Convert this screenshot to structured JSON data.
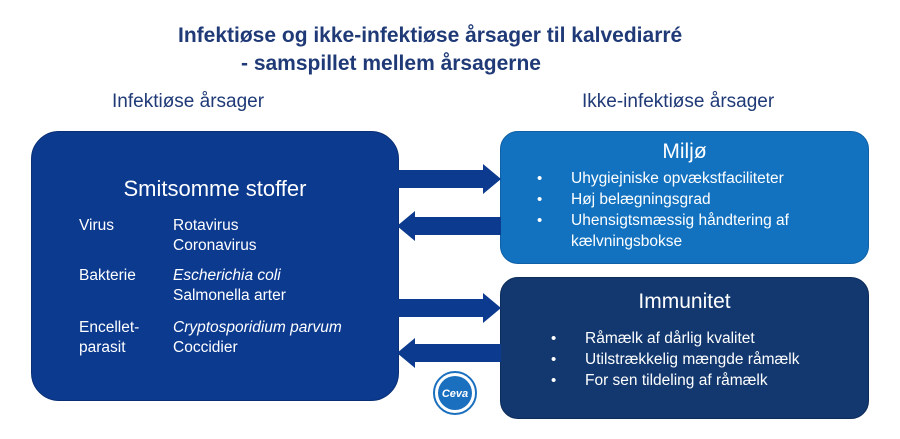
{
  "title": {
    "line1": "Infektiøse og ikke-infektiøse årsager til kalvediarré",
    "line2": "- samspillet mellem årsagerne"
  },
  "columns": {
    "left": "Infektiøse årsager",
    "right": "Ikke-infektiøse årsager"
  },
  "infectious": {
    "heading": "Smitsomme stoffer",
    "rows": [
      {
        "label": "Virus",
        "values": [
          "Rotavirus",
          "Coronavirus"
        ]
      },
      {
        "label": "Bakterie",
        "values": [
          "Escherichia coli",
          "Salmonella arter"
        ]
      },
      {
        "label": "Encellet-parasit",
        "values": [
          "Cryptosporidium parvum",
          "Coccidier"
        ]
      }
    ]
  },
  "environment": {
    "heading": "Miljø",
    "items": [
      "Uhygiejniske opvækstfaciliteter",
      "Høj belægningsgrad",
      "Uhensigtsmæssig håndtering af kælvningsbokse"
    ]
  },
  "immunity": {
    "heading": "Immunitet",
    "items": [
      "Råmælk af dårlig kvalitet",
      "Utilstrækkelig mængde råmælk",
      "For sen tildeling af råmælk"
    ]
  },
  "logo": {
    "text": "Ceva"
  },
  "colors": {
    "title": "#1f3a77",
    "infectious_box": "#0c3a8f",
    "environment_box": "#1272c0",
    "immunity_box": "#12386f",
    "arrow": "#0c3a8f"
  }
}
